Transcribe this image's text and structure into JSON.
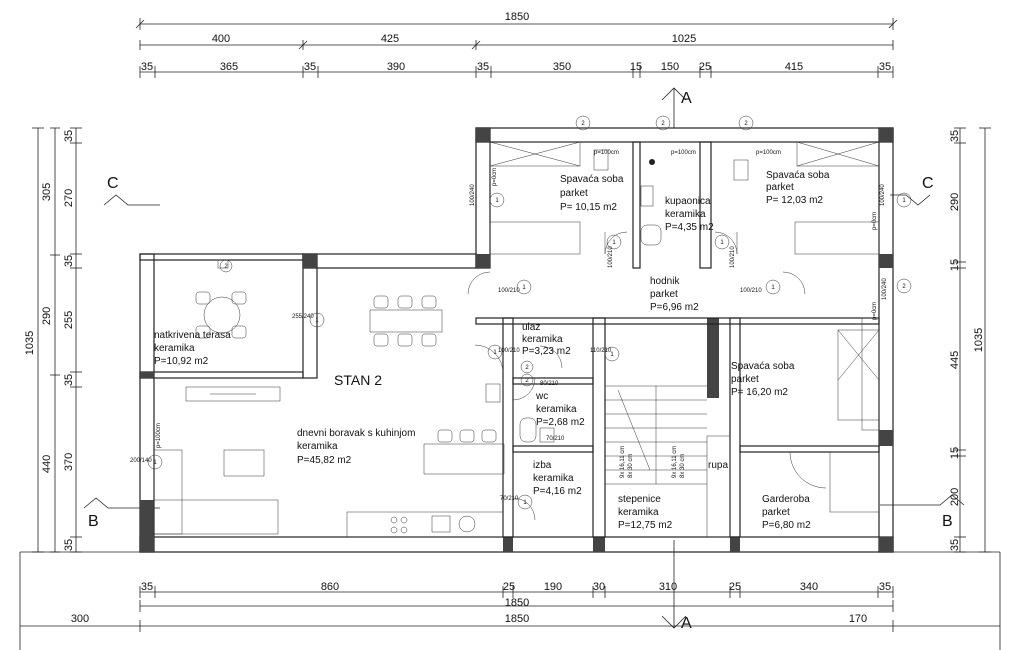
{
  "dimensions": {
    "top_total": "1850",
    "top_mid": [
      "400",
      "425",
      "1025"
    ],
    "top_detail": [
      "35",
      "365",
      "35",
      "390",
      "35",
      "350",
      "15",
      "150",
      "25",
      "415",
      "35"
    ],
    "bottom_detail": [
      "35",
      "860",
      "25",
      "190",
      "30",
      "310",
      "25",
      "340",
      "35"
    ],
    "bottom_total_inner": "1850",
    "bottom_outer": [
      "300",
      "1850",
      "170"
    ],
    "left_outer": "1035",
    "left_mid": [
      "305",
      "290",
      "440"
    ],
    "left_detail": [
      "35",
      "270",
      "35",
      "255",
      "35",
      "370",
      "35"
    ],
    "right_outer": "1035",
    "right_detail": [
      "35",
      "290",
      "15",
      "445",
      "15",
      "200",
      "35"
    ]
  },
  "sections": {
    "a_top": "A",
    "a_bottom": "A",
    "b_left": "B",
    "b_right": "B",
    "c_left": "C",
    "c_right": "C"
  },
  "apartment_label": "STAN 2",
  "rooms": [
    {
      "name": "Spavaća soba",
      "finish": "parket",
      "area": "P= 10,15 m2"
    },
    {
      "name": "kupaonica",
      "finish": "keramika",
      "area": "P=4,35 m2"
    },
    {
      "name": "Spavaća soba",
      "finish": "parket",
      "area": "P= 12,03 m2"
    },
    {
      "name": "hodnik",
      "finish": "parket",
      "area": "P=6,96 m2"
    },
    {
      "name": "natkrivena terasa",
      "finish": "keramika",
      "area": "P=10,92 m2"
    },
    {
      "name": "ulaz",
      "finish": "keramika",
      "area": "P=3,23 m2"
    },
    {
      "name": "wc",
      "finish": "keramika",
      "area": "P=2,68 m2"
    },
    {
      "name": "Spavaća soba",
      "finish": "parket",
      "area": "P= 16,20 m2"
    },
    {
      "name": "dnevni boravak s kuhinjom",
      "finish": "keramika",
      "area": "P=45,82 m2"
    },
    {
      "name": "izba",
      "finish": "keramika",
      "area": "P=4,16 m2"
    },
    {
      "name": "stepenice",
      "finish": "keramika",
      "area": "P=12,75 m2"
    },
    {
      "name": "Garderoba",
      "finish": "parket",
      "area": "P=6,80 m2"
    }
  ],
  "stair_labels": [
    "9x 16,11 cm",
    "8x 30 cm",
    "9x 16,11 cm",
    "8x 30 cm"
  ],
  "lift_label": "rupa",
  "window_tags": [
    "2",
    "2",
    "2",
    "2",
    "2",
    "2",
    "2"
  ],
  "door_tags": [
    "1",
    "1",
    "1",
    "1",
    "1",
    "1",
    "1",
    "1",
    "1",
    "1",
    "1"
  ],
  "door_sizes": [
    "100/210",
    "100/210",
    "100/210",
    "100/210",
    "100/210",
    "110/210",
    "70/210",
    "80/210",
    "70/210",
    "200/140",
    "255/240",
    "100/240",
    "100/240",
    "100/240"
  ],
  "parapet_labels": [
    "p=100cm",
    "p=100cm",
    "p=100cm",
    "p=0cm",
    "p=0cm",
    "p=0cm",
    "p=100cm"
  ]
}
